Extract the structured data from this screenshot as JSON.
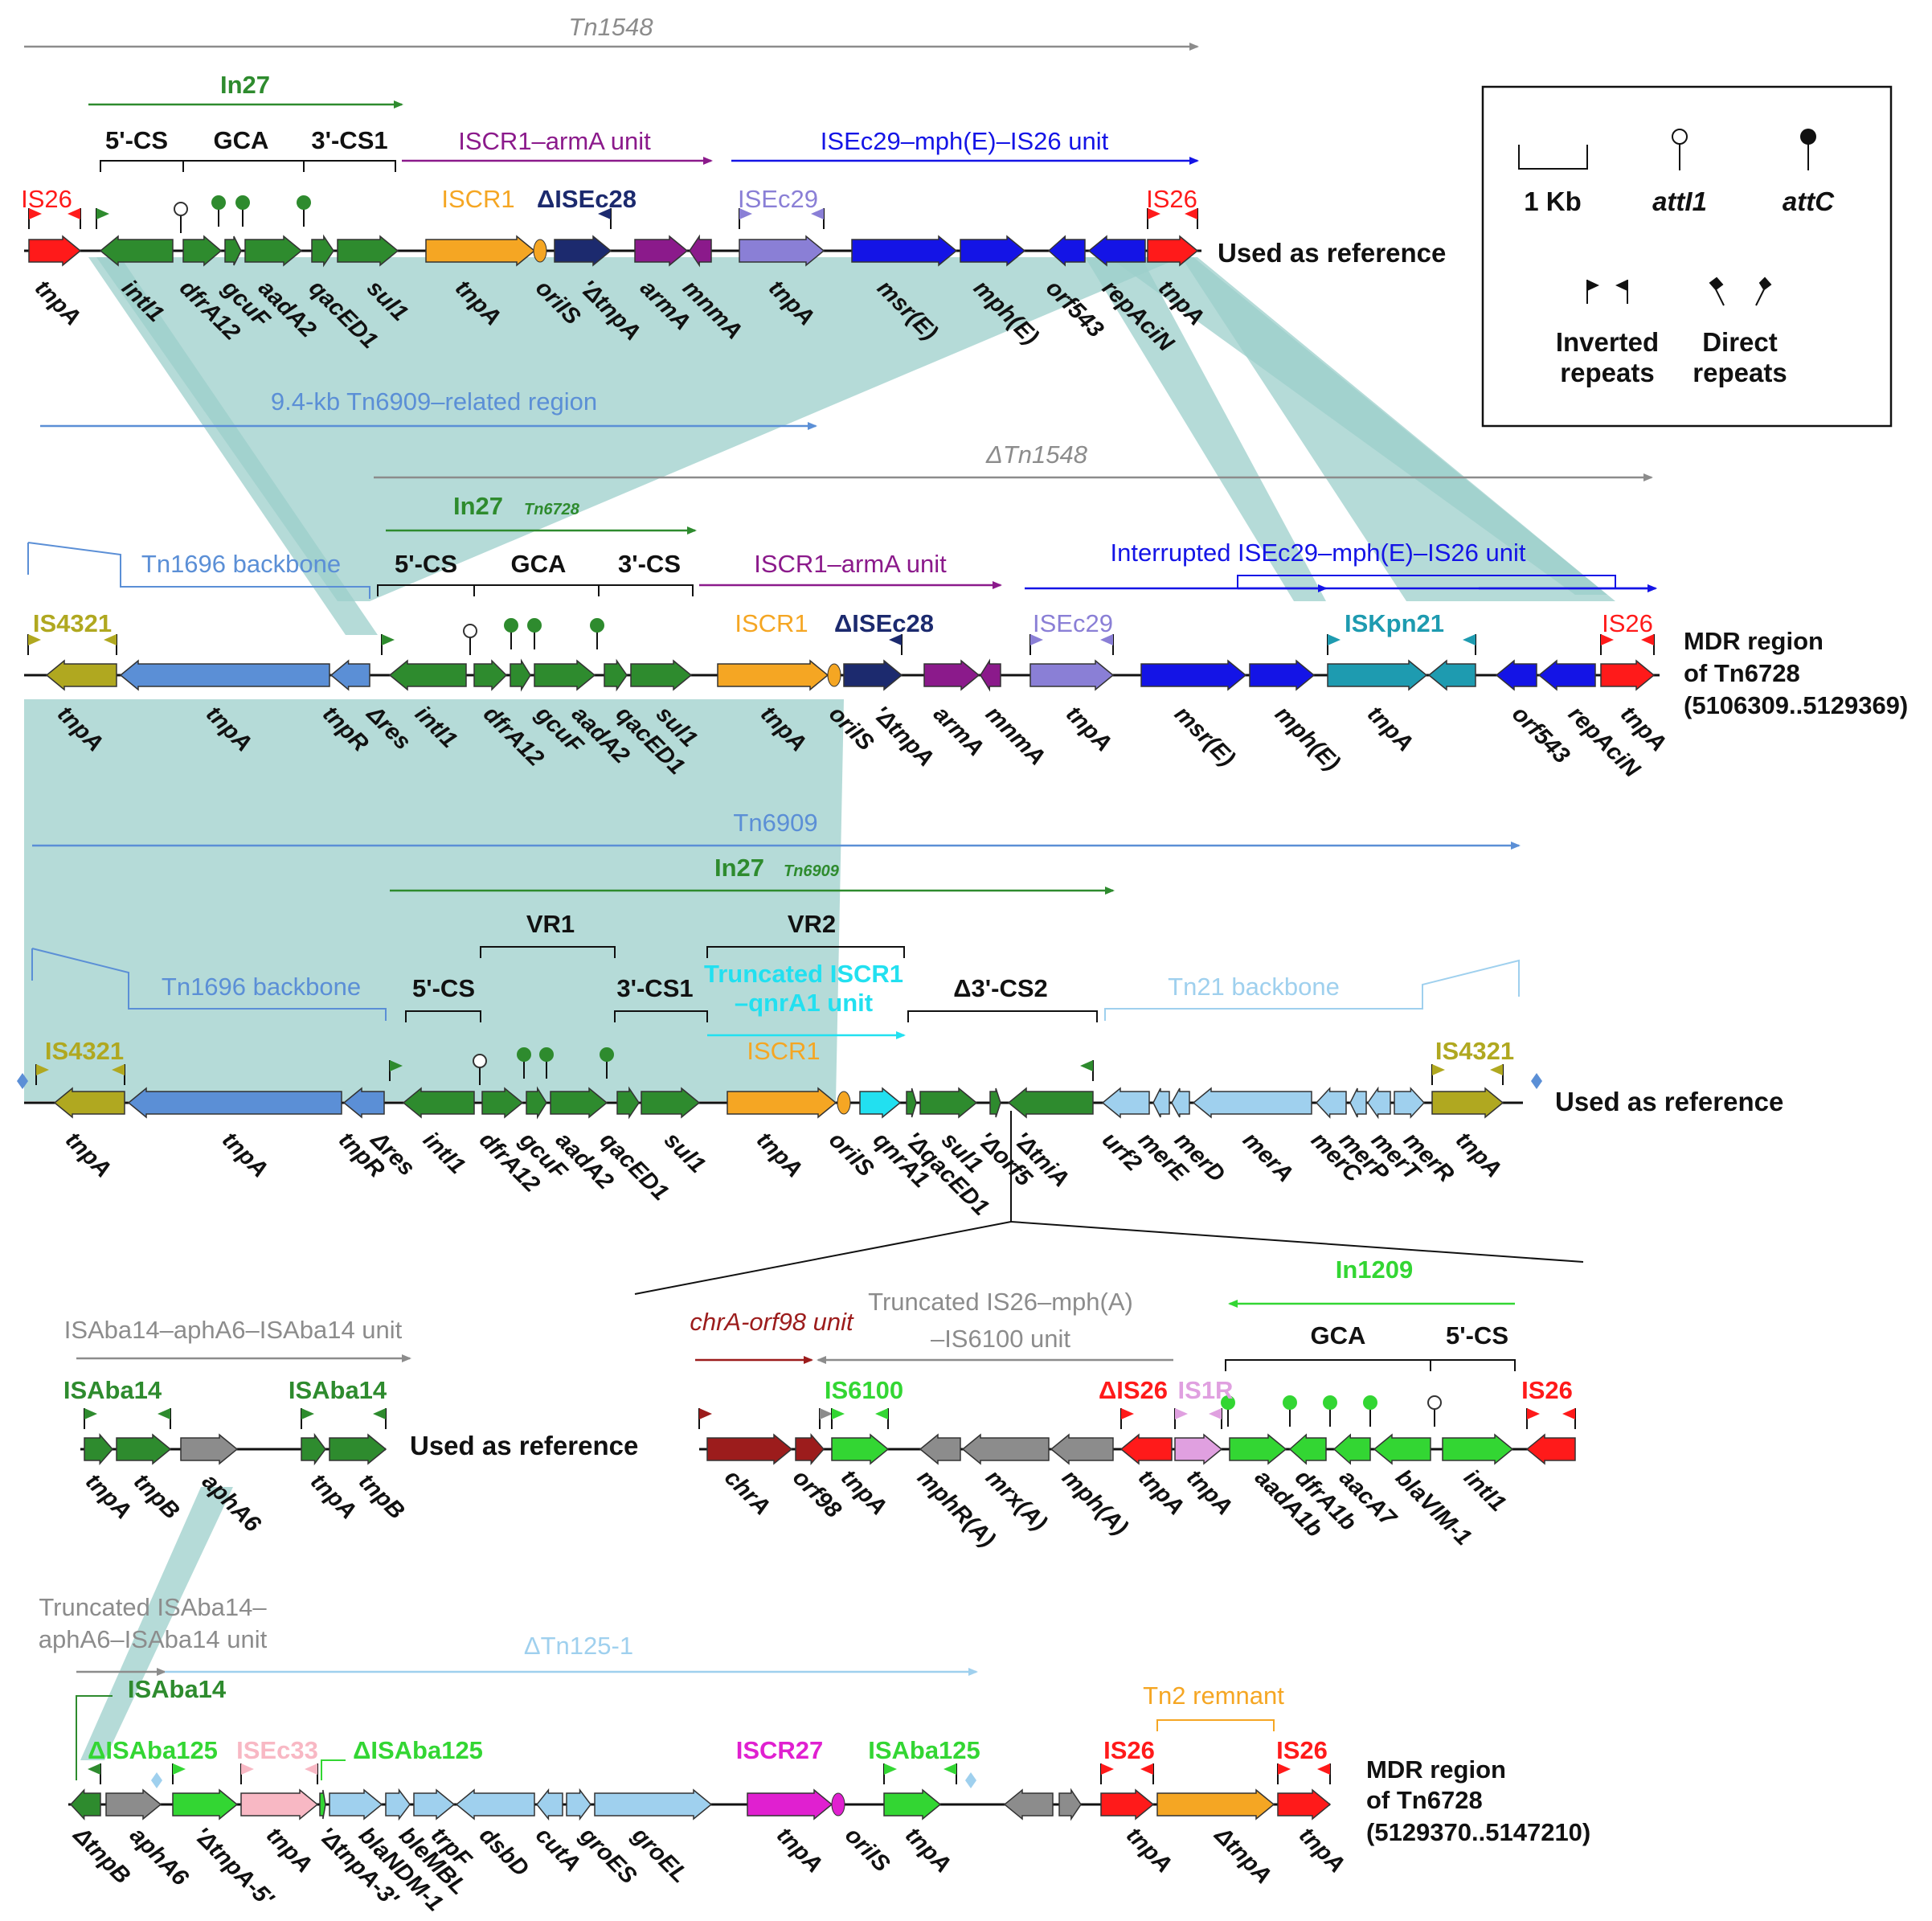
{
  "colors": {
    "tn1548_gray": "#8c8c8c",
    "in27_green": "#2e8b2e",
    "iscr1_armA_purple": "#8b1a8b",
    "isec29_unit_blue": "#1414e6",
    "is26_red": "#ff1a1a",
    "iscr1_orange": "#f5a623",
    "isec28_navy": "#1c2a6e",
    "isec29_lavender": "#8a7fd6",
    "tn1696_blue": "#5b8fd6",
    "is4321_olive": "#b0a820",
    "iskpn21_teal": "#1e9bb0",
    "tn21_lightblue": "#9fd0ee",
    "qnra_cyan": "#22e0f0",
    "shade_teal": "#9ccfcb",
    "in1209_green": "#33d633",
    "chr_darkred": "#9c1c1c",
    "is1r_pink": "#e0a0e0",
    "isec33_pink": "#f8b8c4",
    "iscr27_magenta": "#e020d0",
    "tn2_orange": "#f5a623",
    "mph_gray": "#8c8c8c"
  },
  "legend": {
    "scale": "1 Kb",
    "att_i1": "attI1",
    "att_c": "attC",
    "inverted": [
      "Inverted",
      "repeats"
    ],
    "direct": [
      "Direct",
      "repeats"
    ]
  },
  "regions": {
    "tn1548": {
      "title": "Tn1548",
      "in27": "In27",
      "cs5": "5'-CS",
      "gca": "GCA",
      "cs3": "3'-CS1",
      "iscr1_arma_unit": "ISCR1–armA unit",
      "isec29_unit": "ISEc29–mph(E)–IS26 unit",
      "is_labels": [
        "IS26",
        "ISCR1",
        "ΔISEc28",
        "ISEc29",
        "IS26"
      ],
      "genes": [
        "tnpA",
        "intI1",
        "dfrA12",
        "gcuF",
        "aadA2",
        "qacED1",
        "sul1",
        "tnpA",
        "oriIS",
        "'ΔtnpA",
        "armA",
        "mnmA",
        "tnpA",
        "msr(E)",
        "mph(E)",
        "orf543",
        "repAciN",
        "tnpA"
      ],
      "note": "Used as reference"
    },
    "tn6728_a": {
      "tn6909_related": "9.4-kb Tn6909–related region",
      "dtn1548": "ΔTn1548",
      "in27": "In27",
      "in27_sub": "Tn6728",
      "tn1696": "Tn1696 backbone",
      "cs5": "5'-CS",
      "gca": "GCA",
      "cs3": "3'-CS",
      "iscr1_arma_unit": "ISCR1–armA unit",
      "interrupted_unit": "Interrupted ISEc29–mph(E)–IS26 unit",
      "is_labels": [
        "IS4321",
        "ISCR1",
        "ΔISEc28",
        "ISEc29",
        "ISKpn21",
        "IS26"
      ],
      "genes": [
        "tnpA",
        "tnpA",
        "tnpR",
        "Δres",
        "intI1",
        "dfrA12",
        "gcuF",
        "aadA2",
        "qacED1",
        "sul1",
        "tnpA",
        "oriIS",
        "'ΔtnpA",
        "armA",
        "mnmA",
        "tnpA",
        "msr(E)",
        "mph(E)",
        "tnpA",
        "orf543",
        "repAciN",
        "tnpA"
      ],
      "note": [
        "MDR region",
        "of Tn6728",
        "(5106309..5129369)"
      ]
    },
    "tn6909": {
      "title": "Tn6909",
      "in27": "In27",
      "in27_sub": "Tn6909",
      "vr1": "VR1",
      "vr2": "VR2",
      "tn1696": "Tn1696 backbone",
      "cs5": "5'-CS",
      "cs3": "3'-CS1",
      "truncated_unit": [
        "Truncated ISCR1",
        "–qnrA1 unit"
      ],
      "d3cs2": "Δ3'-CS2",
      "tn21": "Tn21 backbone",
      "is_labels": [
        "IS4321",
        "ISCR1",
        "IS4321"
      ],
      "genes": [
        "tnpA",
        "tnpA",
        "tnpR",
        "Δres",
        "intI1",
        "dfrA12",
        "gcuF",
        "aadA2",
        "qacED1",
        "sul1",
        "tnpA",
        "oriIS",
        "qnrA1",
        "'ΔqacED1",
        "sul1",
        "'Δorf5",
        "'ΔtniA",
        "urf2",
        "merE",
        "merD",
        "merA",
        "merC",
        "merP",
        "merT",
        "merR",
        "tnpA"
      ],
      "note": "Used as reference"
    },
    "isaba14_unit": {
      "title": "ISAba14–aphA6–ISAba14 unit",
      "is_labels": [
        "ISAba14",
        "ISAba14"
      ],
      "genes": [
        "tnpA",
        "tnpB",
        "aphA6",
        "tnpA",
        "tnpB"
      ],
      "note": "Used as reference"
    },
    "insert": {
      "in1209": "In1209",
      "chra_unit": "chrA-orf98 unit",
      "truncated_is26": [
        "Truncated IS26–mph(A)",
        "–IS6100 unit"
      ],
      "gca": "GCA",
      "cs5": "5'-CS",
      "is_labels": [
        "IS6100",
        "ΔIS26",
        "IS1R",
        "IS26"
      ],
      "genes": [
        "chrA",
        "orf98",
        "tnpA",
        "mphR(A)",
        "mrx(A)",
        "mph(A)",
        "tnpA",
        "tnpA",
        "aadA1b",
        "dfrA1b",
        "aacA7",
        "blaVIM-1",
        "intI1"
      ]
    },
    "tn6728_b": {
      "truncated_isaba14": [
        "Truncated ISAba14–",
        "aphA6–ISAba14 unit"
      ],
      "dtn125": "ΔTn125-1",
      "tn2_remnant": "Tn2 remnant",
      "is_labels": [
        "ISAba14",
        "ΔISAba125",
        "ISEc33",
        "ΔISAba125",
        "ISCR27",
        "ISAba125",
        "IS26",
        "IS26"
      ],
      "genes": [
        "ΔtnpB",
        "aphA6",
        "'ΔtnpA-5'",
        "tnpA",
        "'ΔtnpA-3'",
        "blaNDM-1",
        "bleMBL",
        "trpF",
        "dsbD",
        "cutA",
        "groES",
        "groEL",
        "tnpA",
        "oriIS",
        "tnpA",
        "tnpA",
        "ΔtnpA",
        "tnpA"
      ],
      "note": [
        "MDR region",
        "of Tn6728",
        "(5129370..5147210)"
      ]
    }
  }
}
